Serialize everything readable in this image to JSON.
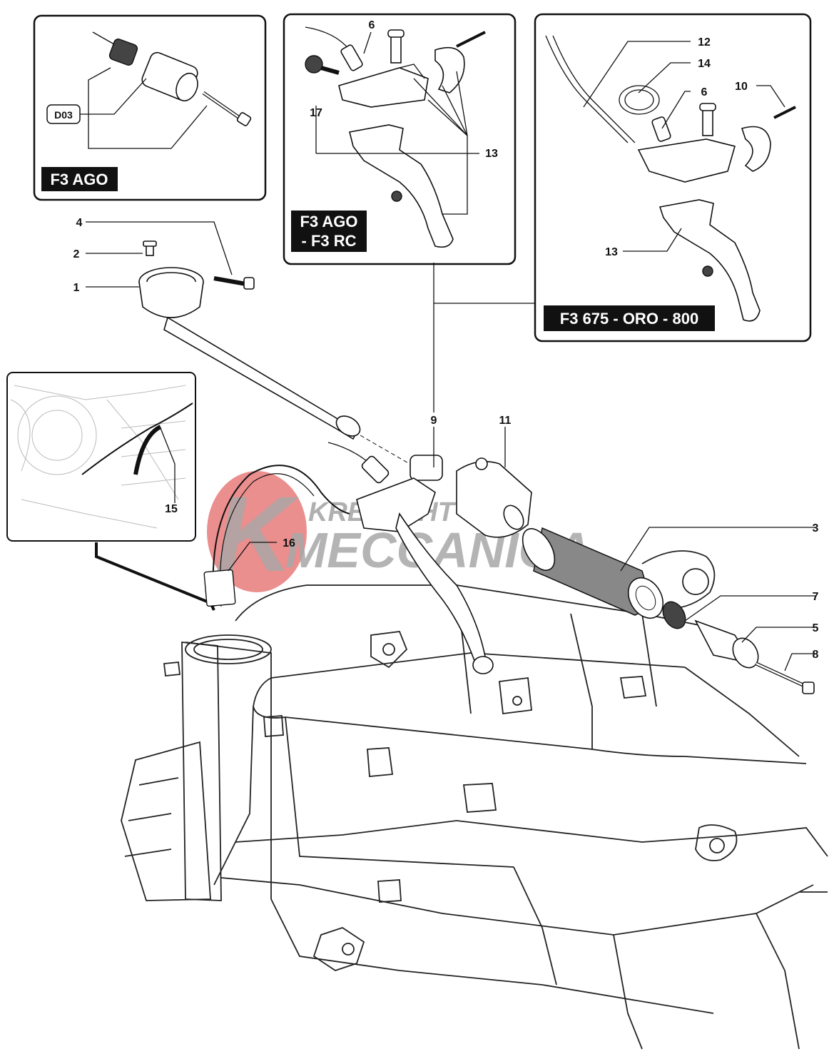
{
  "insets": {
    "ago_end": {
      "tag": "F3 AGO",
      "ref_label": "D03"
    },
    "ago_rc_lever": {
      "tag_line1": "F3 AGO",
      "tag_line2": "- F3 RC"
    },
    "oro_lever": {
      "tag": "F3 675 - ORO - 800"
    }
  },
  "watermark": {
    "line1": "KREJECHT",
    "line2": "MECCANICA",
    "letter": "K"
  },
  "callouts": {
    "c1": "1",
    "c2": "2",
    "c3": "3",
    "c4": "4",
    "c5": "5",
    "c6a": "6",
    "c6b": "6",
    "c7": "7",
    "c8": "8",
    "c9": "9",
    "c10": "10",
    "c11": "11",
    "c12": "12",
    "c13a": "13",
    "c13b": "13",
    "c14": "14",
    "c15": "15",
    "c16": "16",
    "c17": "17"
  },
  "colors": {
    "watermark_red": "#e87a7a",
    "tag_bg": "#111111"
  }
}
